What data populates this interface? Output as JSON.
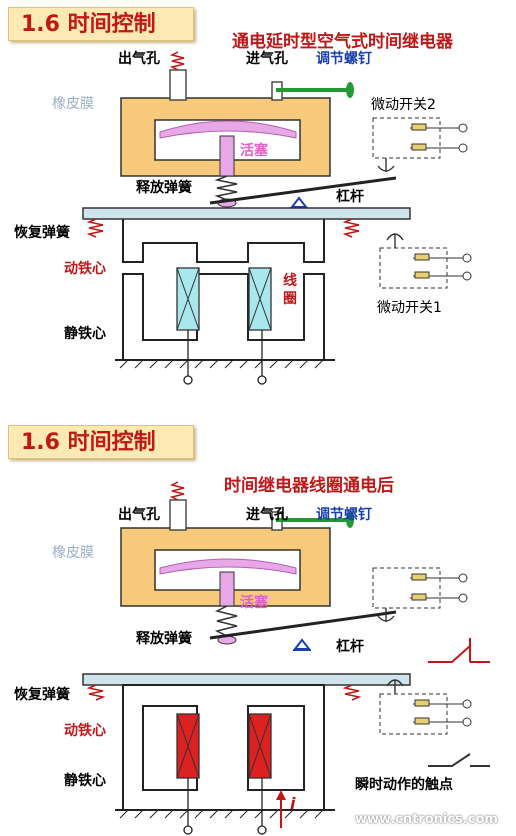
{
  "colors": {
    "housing": "#f7c97a",
    "coil_top": "#a8e8ec",
    "coil_bottom": "#dd2020",
    "diaphragm": "#e8a8e8",
    "title": "#c01818",
    "screw": "#229933"
  },
  "top": {
    "section_badge": "1.6 时间控制",
    "title": "通电延时型空气式时间继电器",
    "labels": {
      "outlet_hole": "出气孔",
      "inlet_hole": "进气孔",
      "adjust_screw": "调节螺钉",
      "diaphragm": "橡皮膜",
      "piston": "活塞",
      "release_spring": "释放弹簧",
      "lever": "杠杆",
      "return_spring": "恢复弹簧",
      "armature": "动铁心",
      "coil": "线圈",
      "static_core": "静铁心",
      "micro_switch_2": "微动开关2",
      "micro_switch_1": "微动开关1"
    }
  },
  "bottom": {
    "section_badge": "1.6 时间控制",
    "title": "时间继电器线圈通电后",
    "labels": {
      "outlet_hole": "出气孔",
      "inlet_hole": "进气孔",
      "adjust_screw": "调节螺钉",
      "diaphragm": "橡皮膜",
      "piston": "活塞",
      "release_spring": "释放弹簧",
      "lever": "杠杆",
      "return_spring": "恢复弹簧",
      "armature": "动铁心",
      "static_core": "静铁心",
      "instant_contacts": "瞬时动作的触点",
      "current": "i"
    }
  },
  "watermark": "www.cntronics.com"
}
